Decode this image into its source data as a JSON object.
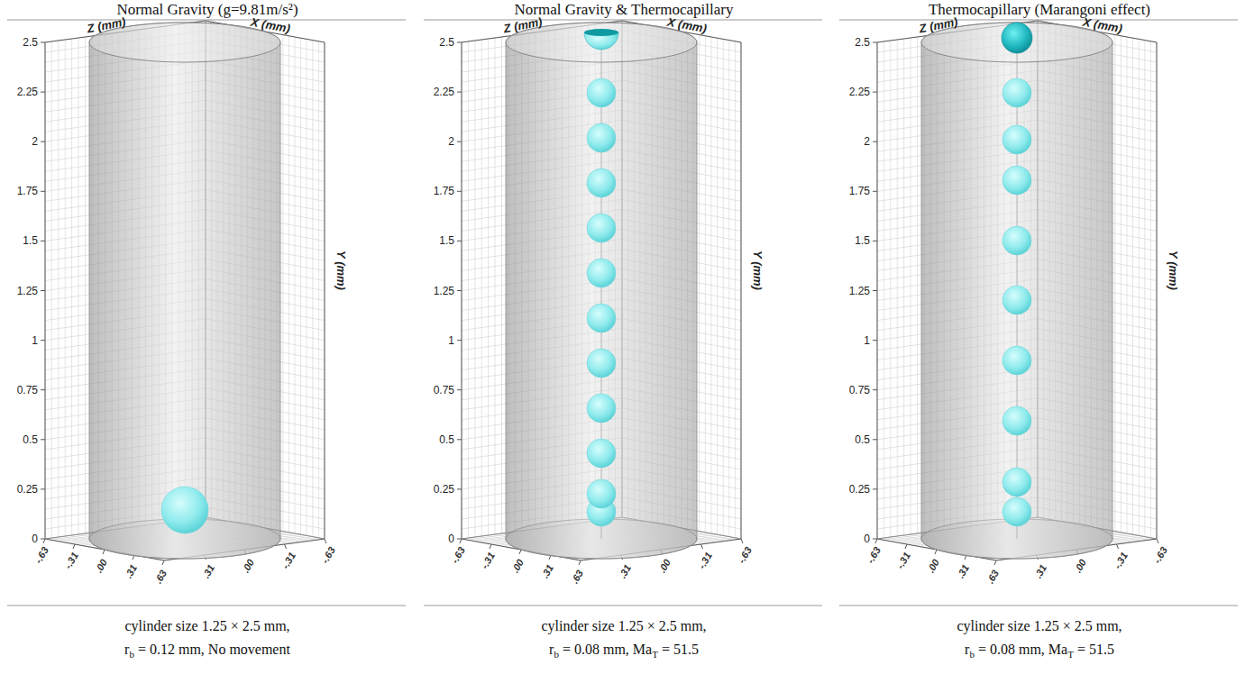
{
  "diagram": {
    "labels": [
      "Normal Gravity (g=9.81m/s²)",
      "Z (mm)",
      "X (mm)",
      "Y (mm)",
      "2.5",
      "2.25",
      "2",
      "1.75",
      "1.5",
      "1.25",
      "1",
      "0.75",
      "0.5",
      "0.25",
      "0",
      "-.63",
      "-.31",
      ".00",
      ".31",
      ".63",
      ".31",
      ".00",
      "-.31",
      "-.63",
      "cylinder size 1.25 × 2.5 mm,",
      "r",
      "b",
      "= 0.12 mm, No movement",
      "Normal Gravity & Thermocapillary",
      "Z (mm)",
      "X (mm)",
      "Y (mm)",
      "2.5",
      "2.25",
      "2",
      "1.75",
      "1.5",
      "1.25",
      "1",
      "0.75",
      "0.5",
      "0.25",
      "0",
      "-.63",
      "-.31",
      ".00",
      ".31",
      ".63",
      ".31",
      ".00",
      "-.31",
      "-.63",
      "cylinder size 1.25 × 2.5 mm,",
      "r",
      "b",
      "= 0.08 mm,",
      "Ma",
      "T",
      "= 51.5",
      "Thermocapillary (Marangoni effect)",
      "Z (mm)",
      "X (mm)",
      "Y (mm)",
      "2.5",
      "2.25",
      "2",
      "1.75",
      "1.5",
      "1.25",
      "1",
      "0.75",
      "0.5",
      "0.25",
      "0",
      "-.63",
      "-.31",
      ".00",
      ".31",
      ".63",
      ".31",
      ".00",
      "-.31",
      "-.63",
      "cylinder size 1.25 × 2.5 mm,",
      "r",
      "b",
      "= 0.08 mm,",
      "Ma",
      "T",
      "= 51.5"
    ]
  }
}
